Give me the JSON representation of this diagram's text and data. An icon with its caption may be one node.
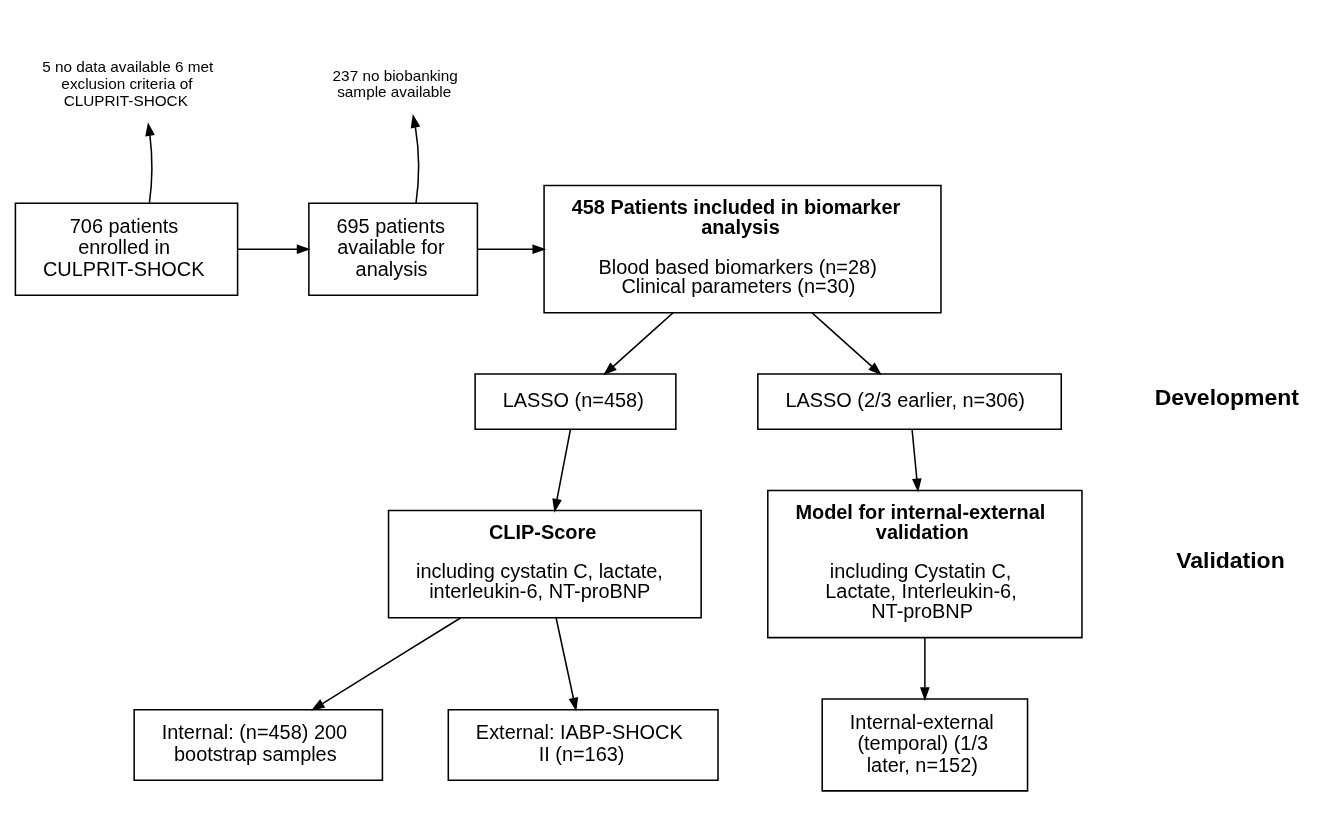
{
  "diagram": {
    "nodes": [
      {
        "text": [
          "706 patients enrolled in CULPRIT-SHOCK"
        ]
      },
      {
        "text": [
          "5 no data available 6 met exclusion criteria of CLUPRIT-SHOCK"
        ]
      },
      {
        "text": [
          "695 patients available for analysis"
        ]
      },
      {
        "text": [
          "237 no biobanking sample available"
        ]
      },
      {
        "text": [
          "458 Patients included in biomarker analysis",
          "Blood based biomarkers (n=28) Clinical parameters (n=30)"
        ]
      },
      {
        "text": [
          "LASSO (n=458)"
        ]
      },
      {
        "text": [
          "LASSO (2/3 earlier, n=306)"
        ]
      },
      {
        "text": [
          "CLIP-Score",
          "including cystatin C, lactate, interleukin-6, NT-proBNP"
        ]
      },
      {
        "text": [
          "Model for internal-external validation",
          "including Cystatin C, Lactate, Interleukin-6, NT-proBNP"
        ]
      },
      {
        "text": [
          "Internal: (n=458) 200 bootstrap samples"
        ]
      },
      {
        "text": [
          "External: IABP-SHOCK II (n=163)"
        ]
      },
      {
        "text": [
          "Internal-external (temporal) (1/3 later, n=152)"
        ]
      }
    ],
    "edges": [
      {
        "from": 0,
        "to": 1,
        "arrow": "to"
      },
      {
        "from": 0,
        "to": 2,
        "arrow": "to"
      },
      {
        "from": 2,
        "to": 3,
        "arrow": "to"
      },
      {
        "from": 2,
        "to": 4,
        "arrow": "to"
      },
      {
        "from": 4,
        "to": 5,
        "arrow": "to"
      },
      {
        "from": 4,
        "to": 6,
        "arrow": "to"
      },
      {
        "from": 5,
        "to": 7,
        "arrow": "to"
      },
      {
        "from": 6,
        "to": 8,
        "arrow": "to"
      },
      {
        "from": 7,
        "to": 9,
        "arrow": "to"
      },
      {
        "from": 7,
        "to": 10,
        "arrow": "to"
      },
      {
        "from": 8,
        "to": 11,
        "arrow": "to"
      }
    ],
    "labels": [
      "Development",
      "Validation"
    ]
  }
}
